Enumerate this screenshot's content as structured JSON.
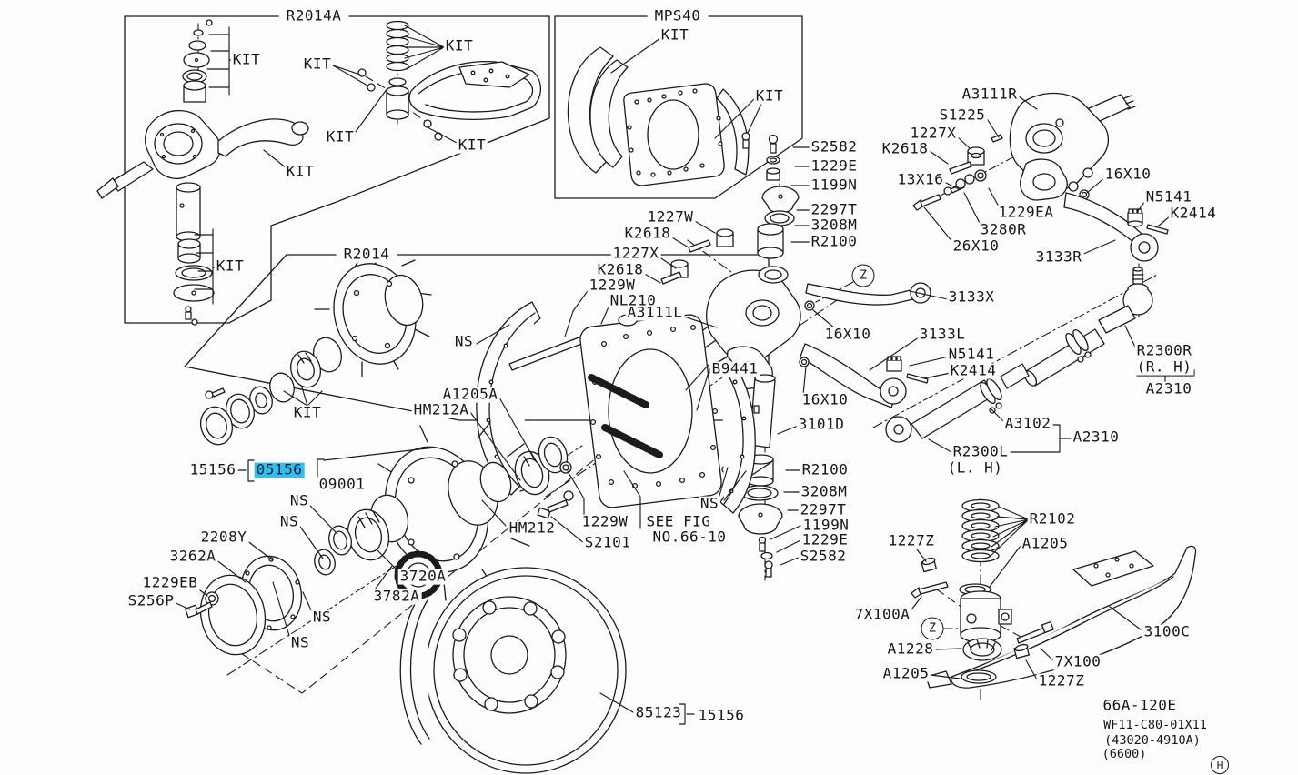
{
  "figure": {
    "code": "66A-120E",
    "ref_line1": "WF11-C80-01X11",
    "ref_line2": "(43020-4910A)",
    "ref_line3": "(6600)",
    "sheet_mark": "H"
  },
  "colors": {
    "highlight": "#35bdf0",
    "line": "#1b1b1b"
  },
  "boxes": {
    "left_kit_box": "R2014A",
    "brake_kit_box": "MPS40",
    "hub_kit_box": "R2014"
  },
  "labels": {
    "kit": "KIT",
    "ns": "NS",
    "z_mark": "Z",
    "see_fig_line1": "SEE FIG",
    "see_fig_line2": "NO.66-10",
    "rh": "(R. H)",
    "lh": "(L. H)"
  },
  "parts": {
    "15156": "15156",
    "05156": "05156",
    "09001": "09001",
    "2208y": "2208Y",
    "3262a": "3262A",
    "1229eb": "1229EB",
    "s256p": "S256P",
    "3720a": "3720A",
    "3782a": "3782A",
    "85123": "85123",
    "hm212": "HM212",
    "hm212a": "HM212A",
    "a1205a": "A1205A",
    "s2101": "S2101",
    "1229w": "1229W",
    "nl210": "NL210",
    "a3111l": "A3111L",
    "b9441": "B9441",
    "1227w": "1227W",
    "1227x": "1227X",
    "k2618": "K2618",
    "s2582": "S2582",
    "1229e": "1229E",
    "1199n": "1199N",
    "2297t": "2297T",
    "3208m": "3208M",
    "r2100": "R2100",
    "a3111r": "A3111R",
    "s1225": "S1225",
    "13x16": "13X16",
    "16x10": "16X10",
    "26x10": "26X10",
    "3280r": "3280R",
    "1229ea": "1229EA",
    "3133r": "3133R",
    "3133x": "3133X",
    "3133l": "3133L",
    "n5141": "N5141",
    "k2414": "K2414",
    "r2300r": "R2300R",
    "r2300l": "R2300L",
    "a3102": "A3102",
    "a2310": "A2310",
    "3101d": "3101D",
    "3100c": "3100C",
    "r2102": "R2102",
    "a1205": "A1205",
    "a1228": "A1228",
    "1227z": "1227Z",
    "7x100": "7X100",
    "7x100a": "7X100A"
  }
}
